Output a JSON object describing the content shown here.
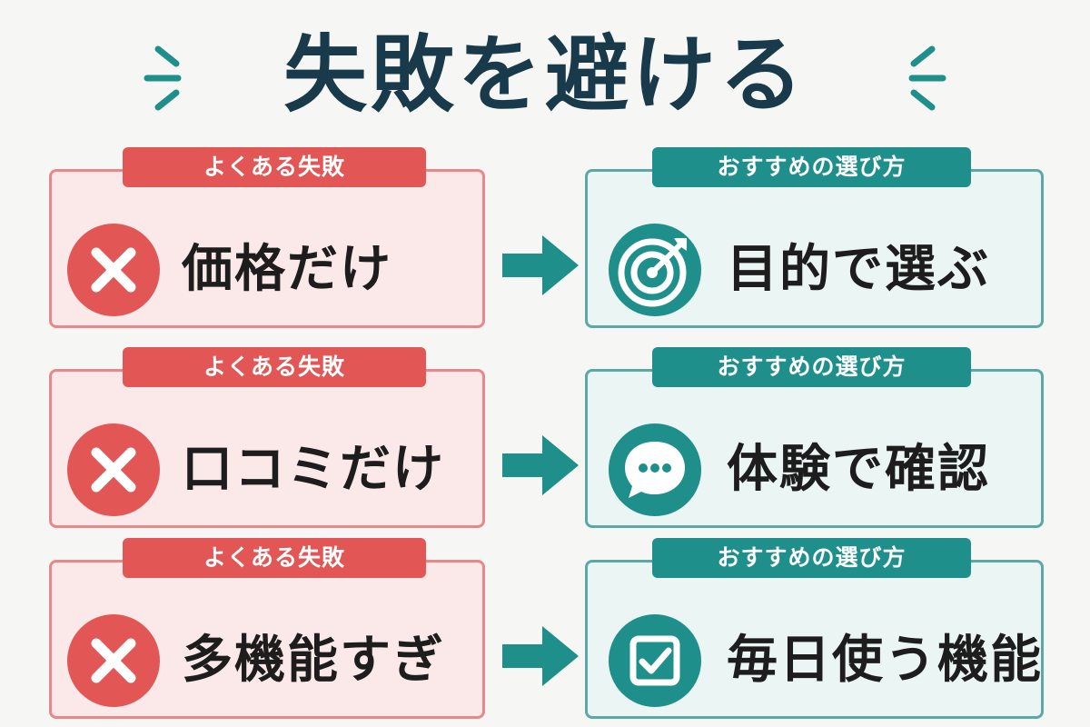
{
  "title": "失敗を避ける",
  "colors": {
    "title": "#183a4a",
    "bad_accent": "#e35656",
    "bad_bg": "#fbe9e9",
    "bad_border": "#e7898a",
    "good_accent": "#1e8f8a",
    "good_bg": "#eaf5f4",
    "good_border": "#5aa9a4"
  },
  "rows": [
    {
      "mistake": {
        "tag": "よくある失敗",
        "text": "価格だけ",
        "icon": "x-circle-icon"
      },
      "arrow_icon": "arrow-right-icon",
      "recommend": {
        "tag": "おすすめの選び方",
        "text": "目的で選ぶ",
        "icon": "target-icon"
      }
    },
    {
      "mistake": {
        "tag": "よくある失敗",
        "text": "口コミだけ",
        "icon": "x-circle-icon"
      },
      "arrow_icon": "arrow-right-icon",
      "recommend": {
        "tag": "おすすめの選び方",
        "text": "体験で確認",
        "icon": "chat-bubble-icon"
      }
    },
    {
      "mistake": {
        "tag": "よくある失敗",
        "text": "多機能すぎ",
        "icon": "x-circle-icon"
      },
      "arrow_icon": "arrow-right-icon",
      "recommend": {
        "tag": "おすすめの選び方",
        "text": "毎日使う機能",
        "icon": "checkbox-icon"
      }
    }
  ]
}
